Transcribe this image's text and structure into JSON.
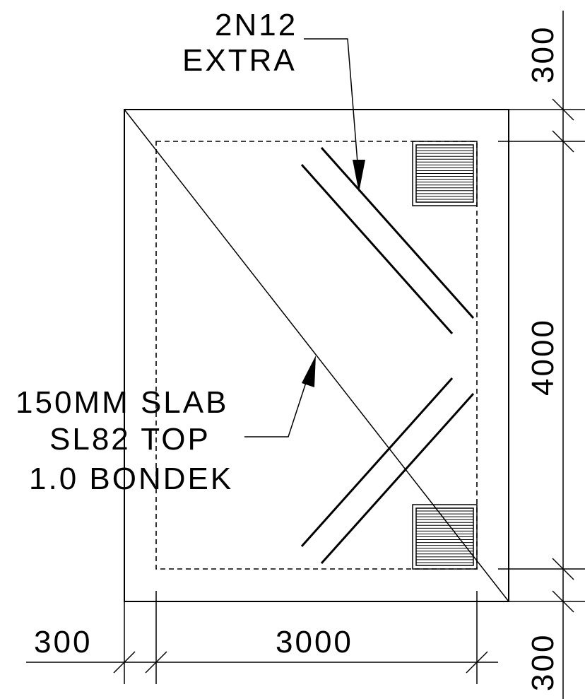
{
  "labels": {
    "rebar_line1": "2N12",
    "rebar_line2": "EXTRA",
    "slab_line1": "150MM SLAB",
    "slab_line2": "SL82 TOP",
    "slab_line3": "1.0 BONDEK"
  },
  "dimensions": {
    "bottom_left": "300",
    "bottom_span": "3000",
    "right_top": "300",
    "right_span": "4000",
    "right_bottom": "300"
  }
}
